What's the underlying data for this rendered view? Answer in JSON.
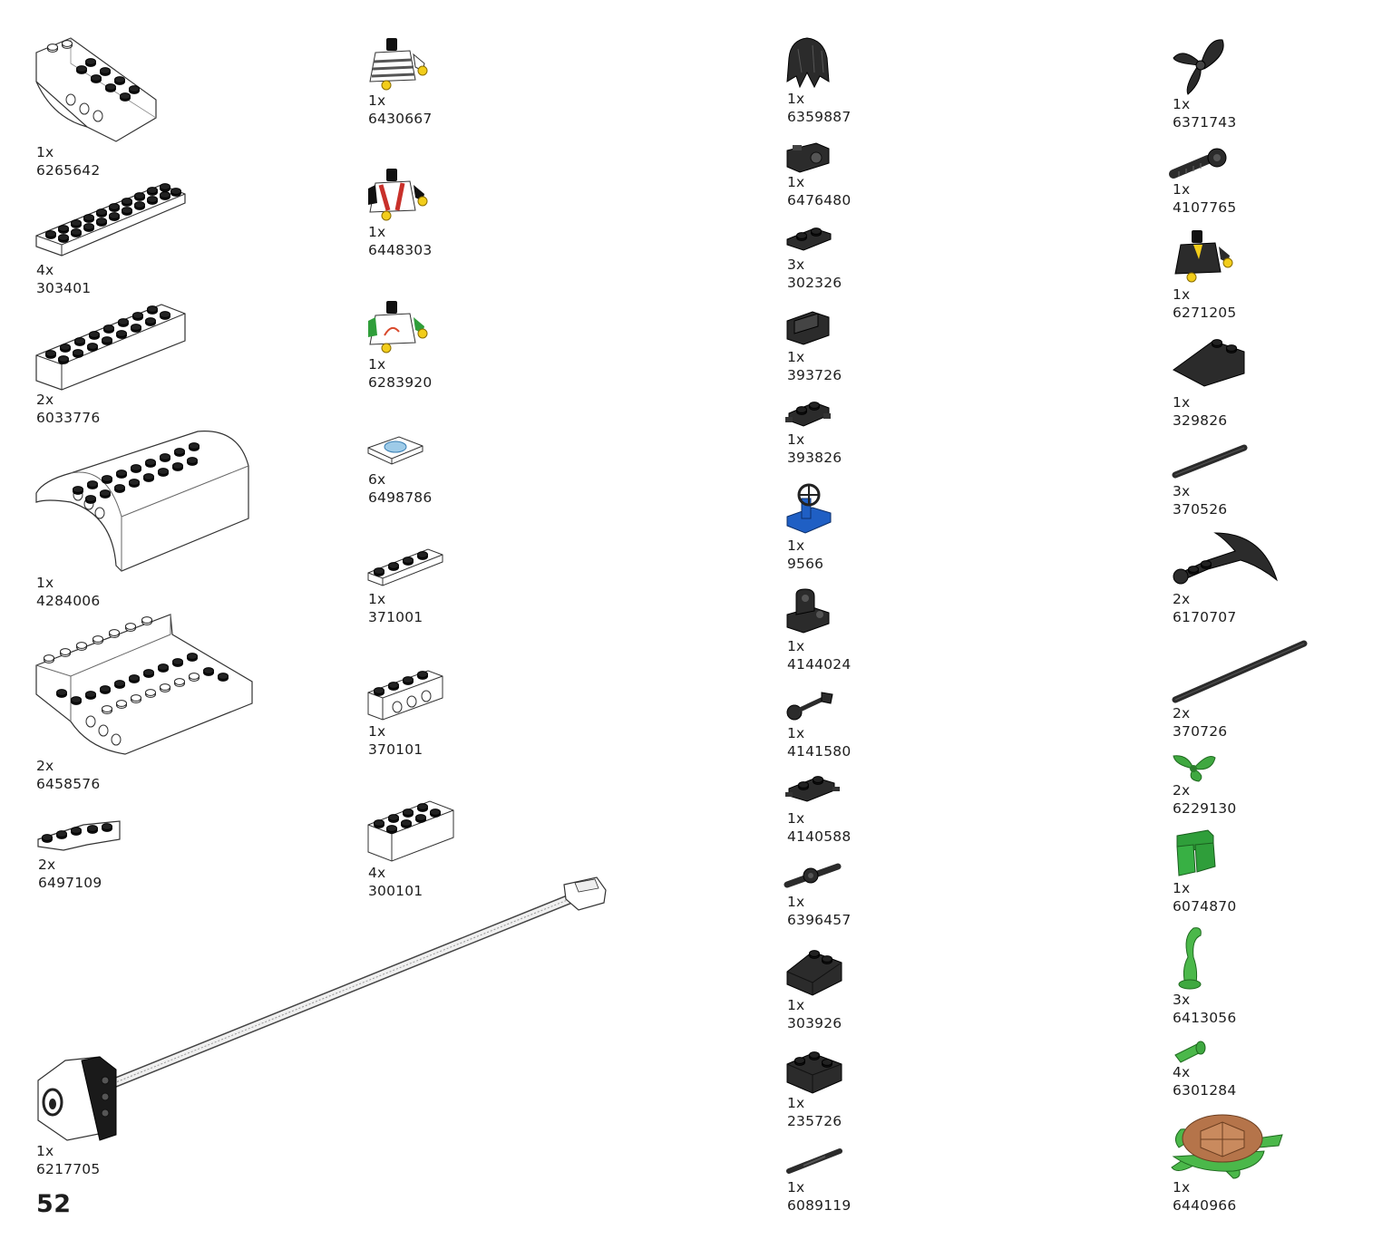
{
  "page_number": "52",
  "parts": [
    {
      "qty": "1x",
      "id": "6265642",
      "icon": "white-curved-hull-piece",
      "color": "#ffffff"
    },
    {
      "qty": "4x",
      "id": "303401",
      "icon": "white-plate-2x10",
      "color": "#ffffff"
    },
    {
      "qty": "2x",
      "id": "6033776",
      "icon": "white-brick-2x8",
      "color": "#ffffff"
    },
    {
      "qty": "1x",
      "id": "4284006",
      "icon": "white-curved-roof-slope",
      "color": "#ffffff"
    },
    {
      "qty": "2x",
      "id": "6458576",
      "icon": "white-boat-hull-base",
      "color": "#ffffff"
    },
    {
      "qty": "2x",
      "id": "6497109",
      "icon": "white-hinge-plate",
      "color": "#ffffff"
    },
    {
      "qty": "1x",
      "id": "6217705",
      "icon": "white-sensor-with-cable",
      "color": "#ffffff"
    },
    {
      "qty": "1x",
      "id": "6430667",
      "icon": "minifig-torso-striped",
      "color": "#ffffff"
    },
    {
      "qty": "1x",
      "id": "6448303",
      "icon": "minifig-torso-vest",
      "color": "#ffffff"
    },
    {
      "qty": "1x",
      "id": "6283920",
      "icon": "minifig-torso-green-arms",
      "color": "#2f9e3a"
    },
    {
      "qty": "6x",
      "id": "6498786",
      "icon": "printed-tile-2x2",
      "color": "#9ecbe8"
    },
    {
      "qty": "1x",
      "id": "371001",
      "icon": "white-plate-1x4",
      "color": "#ffffff"
    },
    {
      "qty": "1x",
      "id": "370101",
      "icon": "white-technic-brick-1x4",
      "color": "#ffffff"
    },
    {
      "qty": "4x",
      "id": "300101",
      "icon": "white-brick-2x4",
      "color": "#ffffff"
    },
    {
      "qty": "1x",
      "id": "6359887",
      "icon": "black-hair-piece",
      "color": "#2b2b2b"
    },
    {
      "qty": "1x",
      "id": "6476480",
      "icon": "black-camera-piece",
      "color": "#2b2b2b"
    },
    {
      "qty": "3x",
      "id": "302326",
      "icon": "black-plate-1x2",
      "color": "#2b2b2b"
    },
    {
      "qty": "1x",
      "id": "393726",
      "icon": "black-bracket-piece",
      "color": "#2b2b2b"
    },
    {
      "qty": "1x",
      "id": "393826",
      "icon": "black-plate-with-clips",
      "color": "#2b2b2b"
    },
    {
      "qty": "1x",
      "id": "9566",
      "icon": "blue-steering-wheel-base",
      "color": "#1f5fc4"
    },
    {
      "qty": "1x",
      "id": "4144024",
      "icon": "black-technic-connector",
      "color": "#2b2b2b"
    },
    {
      "qty": "1x",
      "id": "4141580",
      "icon": "black-bar-with-clip",
      "color": "#2b2b2b"
    },
    {
      "qty": "1x",
      "id": "4140588",
      "icon": "black-plate-with-pins",
      "color": "#2b2b2b"
    },
    {
      "qty": "1x",
      "id": "6396457",
      "icon": "black-axle-joint",
      "color": "#2b2b2b"
    },
    {
      "qty": "1x",
      "id": "303926",
      "icon": "black-slope-2x2",
      "color": "#2b2b2b"
    },
    {
      "qty": "1x",
      "id": "235726",
      "icon": "black-brick-corner",
      "color": "#2b2b2b"
    },
    {
      "qty": "1x",
      "id": "6089119",
      "icon": "black-bar-handle",
      "color": "#2b2b2b"
    },
    {
      "qty": "1x",
      "id": "6371743",
      "icon": "black-propeller",
      "color": "#2b2b2b"
    },
    {
      "qty": "1x",
      "id": "4107765",
      "icon": "black-hose-nozzle",
      "color": "#2b2b2b"
    },
    {
      "qty": "1x",
      "id": "6271205",
      "icon": "minifig-torso-black-jacket",
      "color": "#2b2b2b"
    },
    {
      "qty": "1x",
      "id": "329826",
      "icon": "black-slope-inverted",
      "color": "#2b2b2b"
    },
    {
      "qty": "3x",
      "id": "370526",
      "icon": "black-axle-short",
      "color": "#2b2b2b"
    },
    {
      "qty": "2x",
      "id": "6170707",
      "icon": "black-anchor",
      "color": "#2b2b2b"
    },
    {
      "qty": "2x",
      "id": "370726",
      "icon": "black-axle-long",
      "color": "#2b2b2b"
    },
    {
      "qty": "2x",
      "id": "6229130",
      "icon": "green-plant-leaves",
      "color": "#3fa840"
    },
    {
      "qty": "1x",
      "id": "6074870",
      "icon": "green-minifig-legs",
      "color": "#2f9e3a"
    },
    {
      "qty": "3x",
      "id": "6413056",
      "icon": "green-seaweed-stalk",
      "color": "#4bb84a"
    },
    {
      "qty": "4x",
      "id": "6301284",
      "icon": "green-round-brick",
      "color": "#4bb84a"
    },
    {
      "qty": "1x",
      "id": "6440966",
      "icon": "sea-turtle-figure",
      "color": "#b5744a"
    }
  ]
}
